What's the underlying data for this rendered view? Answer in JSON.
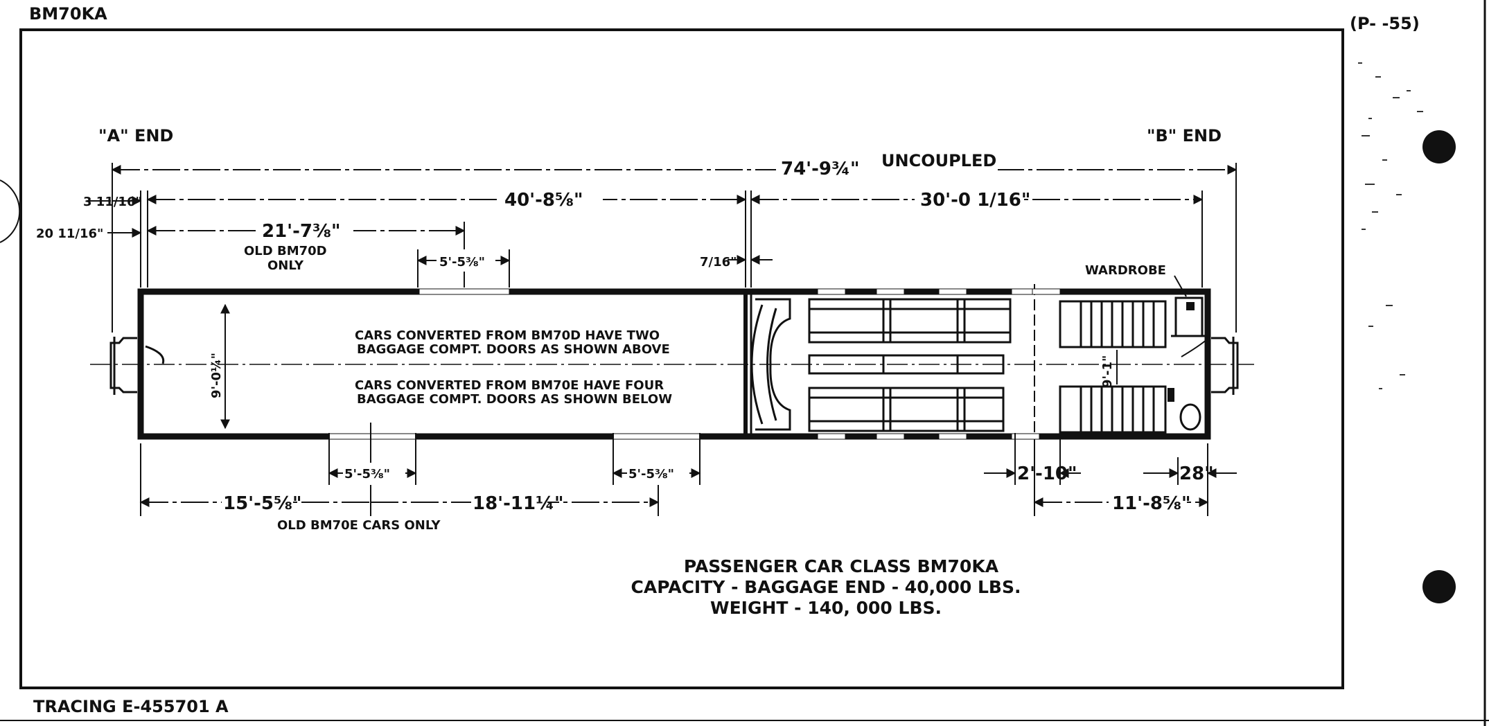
{
  "header": {
    "code": "BM70KA",
    "page_ref": "(P-     -55)"
  },
  "footer": {
    "tracing": "TRACING E-455701 A"
  },
  "ends": {
    "a_end": "\"A\" END",
    "b_end": "\"B\" END"
  },
  "dimensions": {
    "overall": "74'-9¾\"",
    "overall_note": "UNCOUPLED",
    "baggage_section": "40'-8⅝\"",
    "passenger_section": "30'-0 1/16\"",
    "end_offset_1": "3 11/16\"",
    "end_offset_2": "20 11/16\"",
    "old_bm70d": "21'-7⅜\"",
    "door_top": "5'-5⅜\"",
    "partition_gap": "7/16\"",
    "door_bottom_1": "5'-5⅜\"",
    "door_bottom_2": "5'-5⅜\"",
    "bottom_left": "15'-5⅝\"",
    "bottom_mid": "18'-11¼\"",
    "vestibule": "2'-10\"",
    "end_28": "28\"",
    "b_section": "11'-8⅝\"",
    "width_left": "9'-0¼\"",
    "width_right": "9'-1\""
  },
  "labels": {
    "old_bm70d_line1": "OLD BM70D",
    "old_bm70d_line2": "ONLY",
    "wardrobe": "WARDROBE",
    "old_bm70e": "OLD BM70E CARS ONLY",
    "note1_line1": "CARS CONVERTED FROM BM70D HAVE TWO",
    "note1_line2": "BAGGAGE COMPT. DOORS AS SHOWN ABOVE",
    "note2_line1": "CARS CONVERTED FROM BM70E HAVE FOUR",
    "note2_line2": "BAGGAGE COMPT. DOORS AS SHOWN BELOW"
  },
  "spec": {
    "title": "PASSENGER CAR CLASS BM70KA",
    "capacity": "CAPACITY - BAGGAGE END - 40,000 LBS.",
    "weight": "WEIGHT - 140, 000 LBS."
  }
}
